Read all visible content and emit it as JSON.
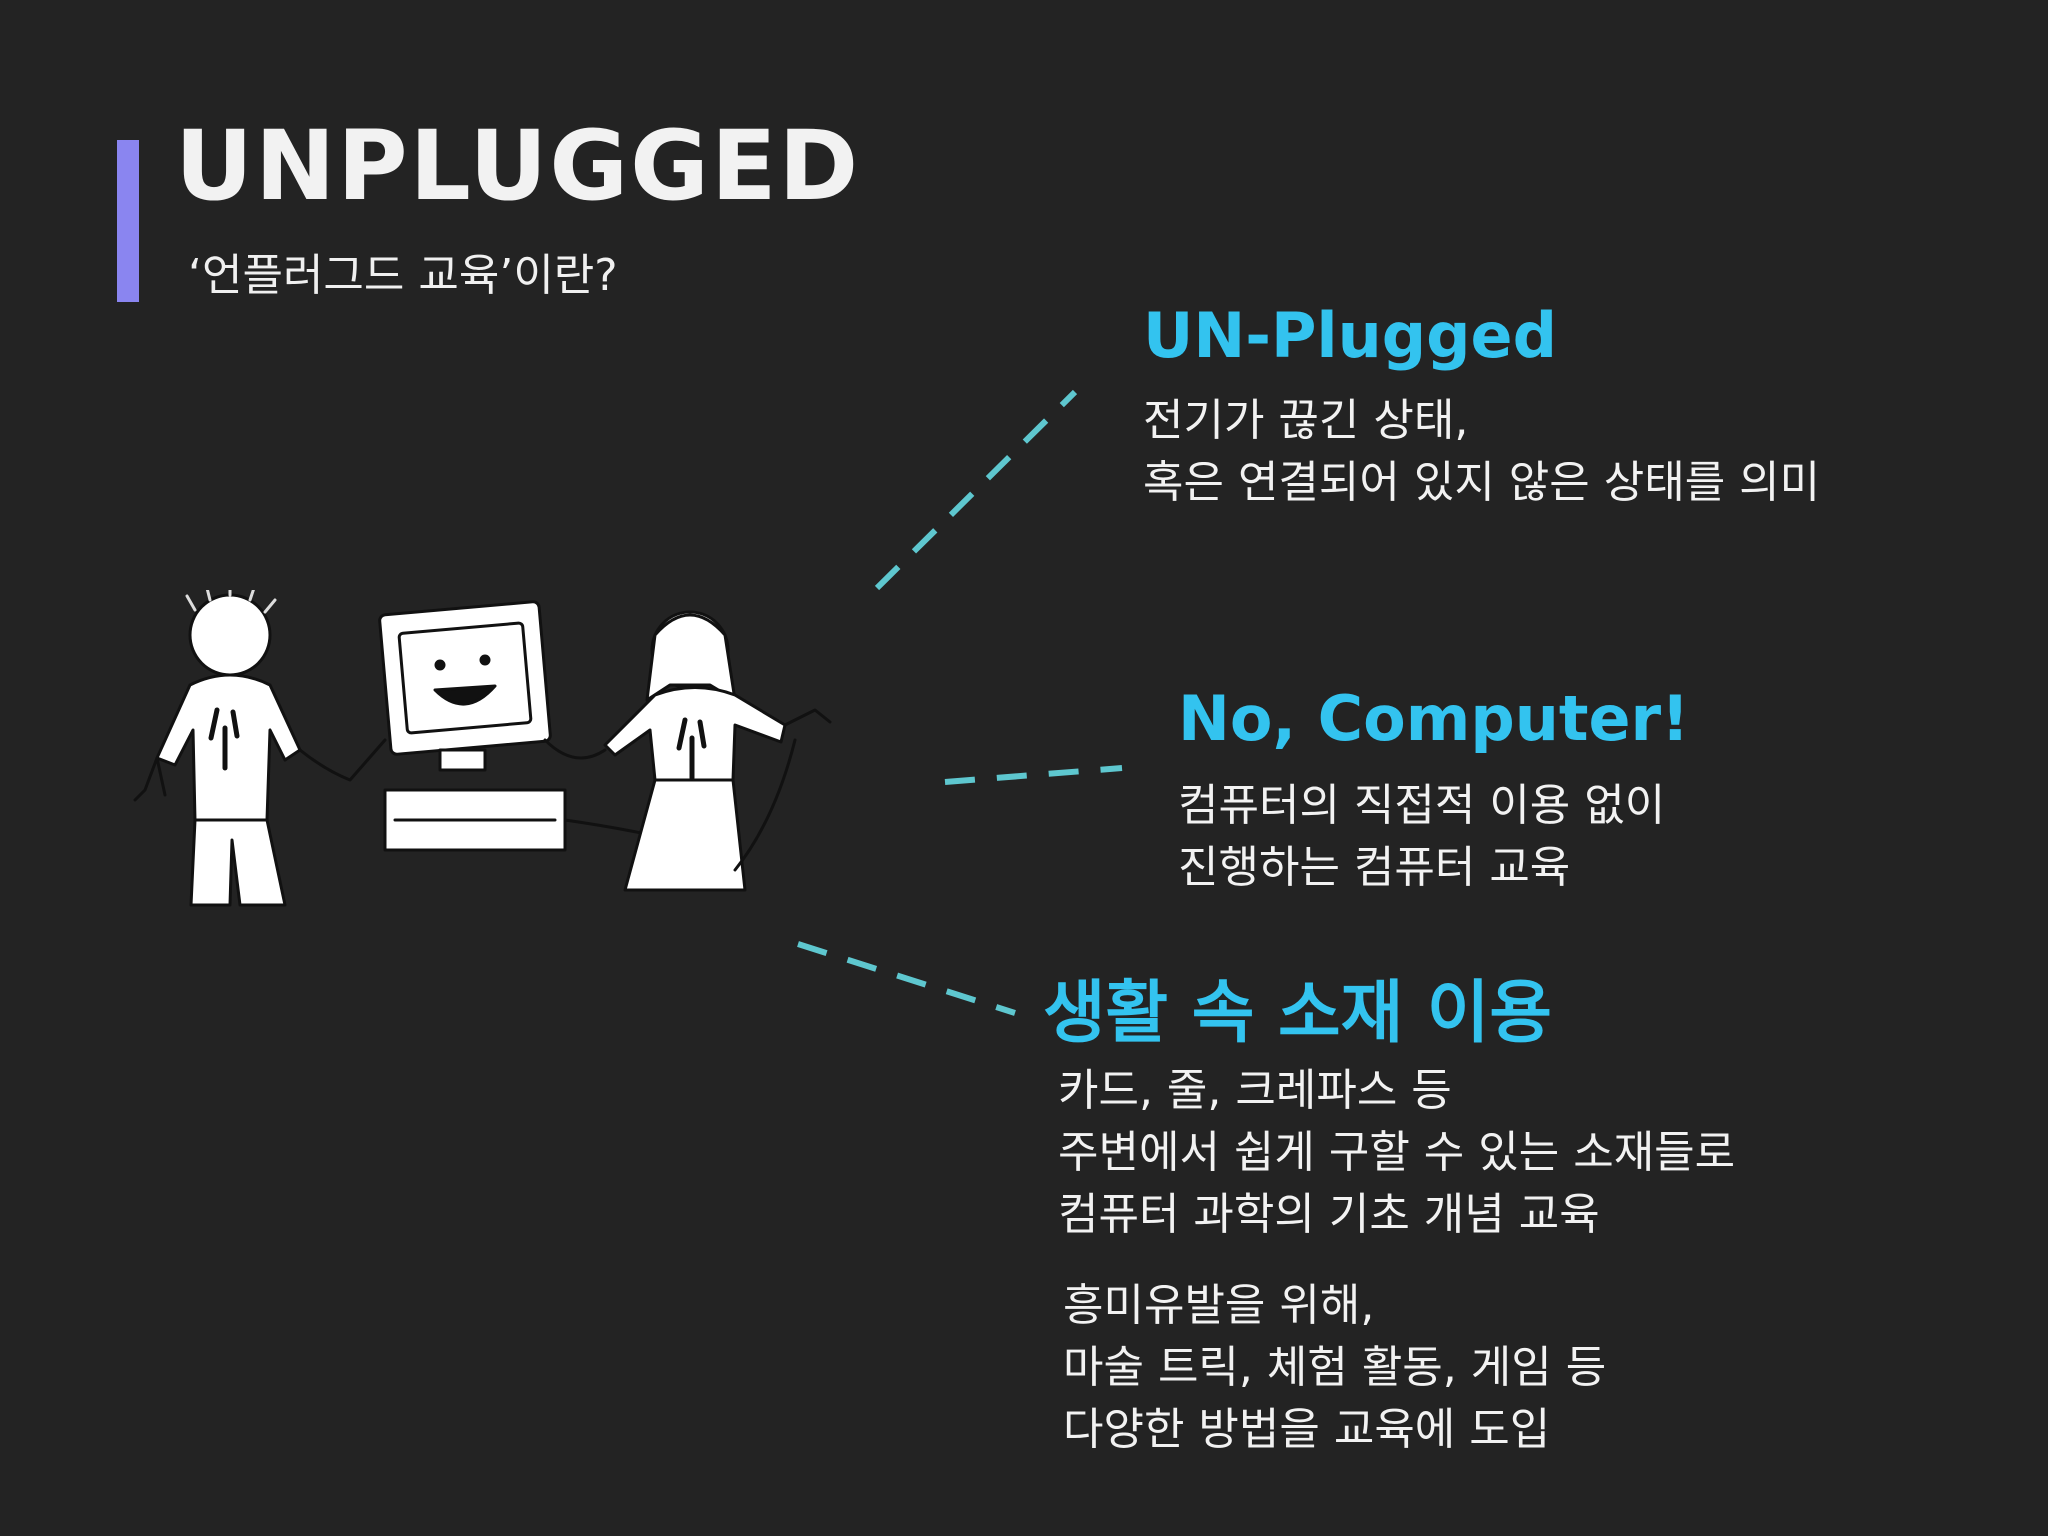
{
  "title": "UNPLUGGED",
  "subtitle": "‘언플러그드 교육’이란?",
  "colors": {
    "background": "#232323",
    "accent_bar": "#8a85f0",
    "heading": "#33c3ef",
    "connector": "#5ec7cf",
    "text": "#f2f2f2"
  },
  "illustration": {
    "icon": "kids-holding-hands-with-unplugged-computer"
  },
  "sections": [
    {
      "heading": "UN-Plugged",
      "lines": [
        "전기가 끊긴 상태,",
        "혹은 연결되어 있지 않은 상태를 의미"
      ]
    },
    {
      "heading": "No, Computer!",
      "lines": [
        "컴퓨터의 직접적 이용 없이",
        "진행하는 컴퓨터 교육"
      ]
    },
    {
      "heading": "생활 속 소재 이용",
      "lines": [
        "카드, 줄, 크레파스 등",
        "주변에서 쉽게 구할 수 있는 소재들로",
        "컴퓨터 과학의 기초 개념 교육"
      ],
      "extra_lines": [
        "흥미유발을 위해,",
        "마술 트릭, 체험 활동, 게임 등",
        "다양한 방법을 교육에 도입"
      ]
    }
  ]
}
